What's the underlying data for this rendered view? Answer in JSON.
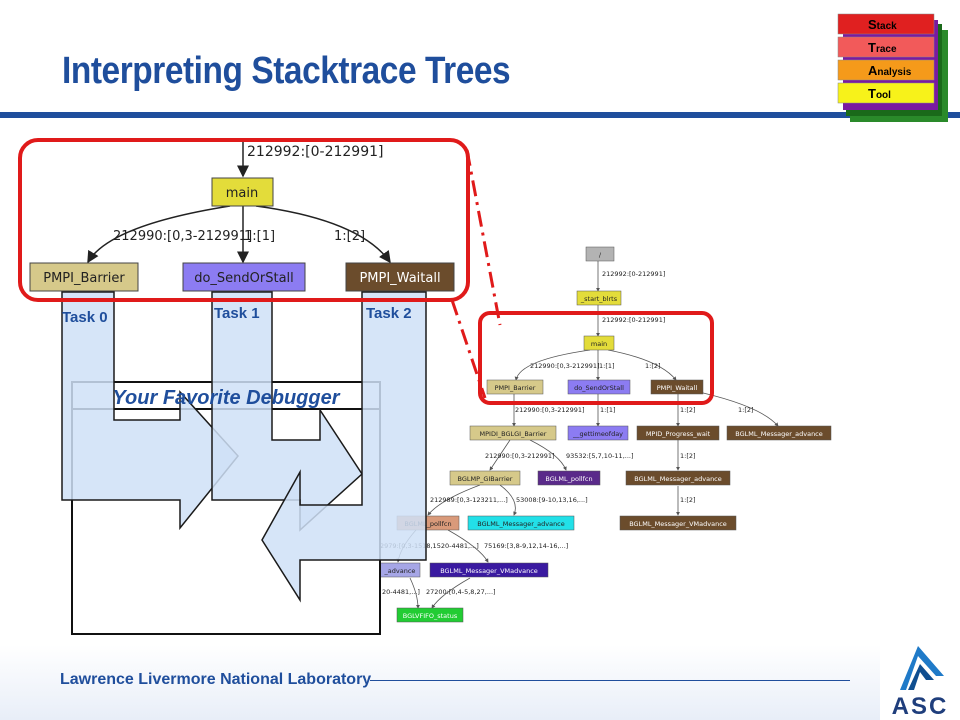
{
  "slide": {
    "title": "Interpreting Stacktrace Trees",
    "footer": "Lawrence Livermore National Laboratory"
  },
  "logo": {
    "rows": [
      {
        "initial": "S",
        "rest": "tack",
        "color": "#e02020"
      },
      {
        "initial": "T",
        "rest": "race",
        "color": "#f25a5a"
      },
      {
        "initial": "A",
        "rest": "nalysis",
        "color": "#f59a1a"
      },
      {
        "initial": "T",
        "rest": "ool",
        "color": "#f7f21a"
      }
    ],
    "asc_label": "ASC"
  },
  "zoomed_tree": {
    "root_edge_label": "212992:[0-212991]",
    "nodes": {
      "main": "main",
      "barrier": "PMPI_Barrier",
      "send": "do_SendOrStall",
      "waitall": "PMPI_Waitall"
    },
    "edge_labels": {
      "barrier": "212990:[0,3-212991]",
      "send": "1:[1]",
      "waitall": "1:[2]"
    },
    "tasks": [
      "Task 0",
      "Task 1",
      "Task 2"
    ],
    "debugger_label": "Your Favorite Debugger"
  },
  "small_tree": {
    "nodes": [
      {
        "id": "root",
        "label": "/",
        "color": "#b3b3b3"
      },
      {
        "id": "start",
        "label": "_start_blrts",
        "color": "#e3dc3a"
      },
      {
        "id": "main",
        "label": "main",
        "color": "#e3dc3a"
      },
      {
        "id": "barrier",
        "label": "PMPI_Barrier",
        "color": "#d6c98a"
      },
      {
        "id": "send",
        "label": "do_SendOrStall",
        "color": "#8c7cf2"
      },
      {
        "id": "waitall",
        "label": "PMPI_Waitall",
        "color": "#6b4c2c"
      },
      {
        "id": "mpidbarrier",
        "label": "MPIDI_BGLGI_Barrier",
        "color": "#d6c98a"
      },
      {
        "id": "gettime",
        "label": "__gettimeofday",
        "color": "#8c7cf2"
      },
      {
        "id": "progress",
        "label": "MPID_Progress_wait",
        "color": "#6b4c2c"
      },
      {
        "id": "msgadv1",
        "label": "BGLML_Messager_advance",
        "color": "#6b4c2c"
      },
      {
        "id": "glbarrier",
        "label": "BGLMP_GIBarrier",
        "color": "#d6c98a"
      },
      {
        "id": "pollfcn1",
        "label": "BGLML_pollfcn",
        "color": "#5a2a8a"
      },
      {
        "id": "msgadv2",
        "label": "BGLML_Messager_advance",
        "color": "#6b4c2c"
      },
      {
        "id": "pollfcn2",
        "label": "BGLML_pollfcn",
        "color": "#d99a7a"
      },
      {
        "id": "msgadv3",
        "label": "BGLML_Messager_advance",
        "color": "#22e0e8"
      },
      {
        "id": "vmadv1",
        "label": "BGLML_Messager_VMadvance",
        "color": "#6b4c2c"
      },
      {
        "id": "advance",
        "label": "_advance",
        "color": "#a6a6e6"
      },
      {
        "id": "vmadv2",
        "label": "BGLML_Messager_VMadvance",
        "color": "#3a1aa0"
      },
      {
        "id": "fifo",
        "label": "BGLVFIFO_status",
        "color": "#22cc33"
      }
    ],
    "edge_labels": [
      {
        "id": "e1",
        "text": "212992:[0-212991]"
      },
      {
        "id": "e2",
        "text": "212992:[0-212991]"
      },
      {
        "id": "e3",
        "text": "212990:[0,3-212991]"
      },
      {
        "id": "e4",
        "text": "1:[1]"
      },
      {
        "id": "e5",
        "text": "1:[2]"
      },
      {
        "id": "e6",
        "text": "212990:[0,3-212991]"
      },
      {
        "id": "e7",
        "text": "1:[1]"
      },
      {
        "id": "e8",
        "text": "1:[2]"
      },
      {
        "id": "e9",
        "text": "1:[2]"
      },
      {
        "id": "e10",
        "text": "212990:[0,3-212991]"
      },
      {
        "id": "e11",
        "text": "93532:[5,7,10-11,...]"
      },
      {
        "id": "e12",
        "text": "1:[2]"
      },
      {
        "id": "e13",
        "text": "212989:[0,3-123211,...]"
      },
      {
        "id": "e14",
        "text": "53008:[9-10,13,16,...]"
      },
      {
        "id": "e15",
        "text": "1:[2]"
      },
      {
        "id": "e16",
        "text": "2979:[0,3-1518,1520-4481,...]"
      },
      {
        "id": "e17",
        "text": "75169:[3,8-9,12,14-16,...]"
      },
      {
        "id": "e18",
        "text": "20-4481,...]"
      },
      {
        "id": "e19",
        "text": "27200:[0,4-5,8,27,...]"
      }
    ]
  }
}
